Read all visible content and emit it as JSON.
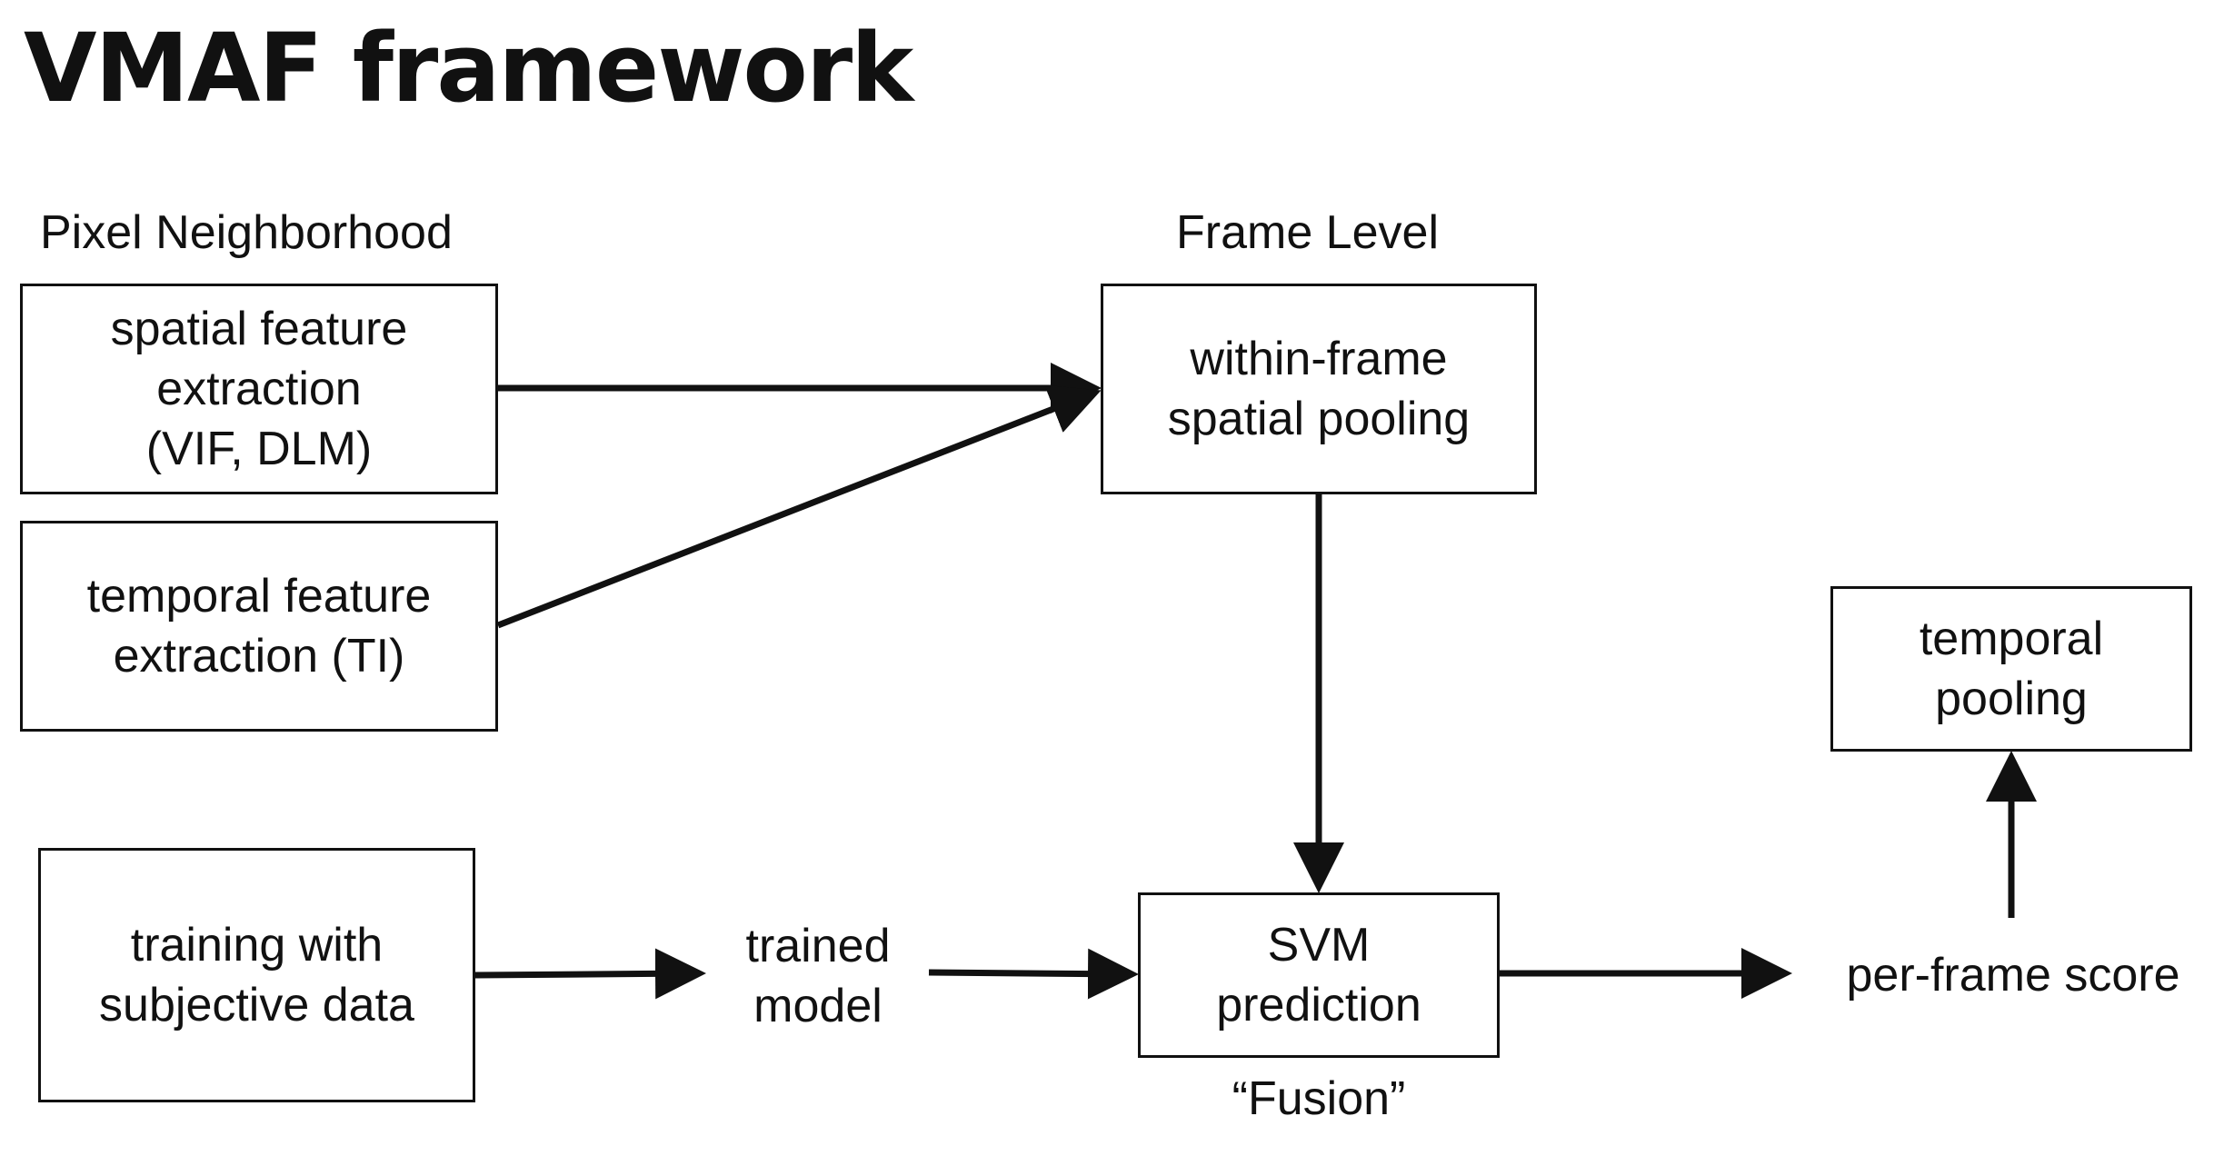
{
  "title": "VMAF framework",
  "sections": {
    "pixel_neighborhood": "Pixel Neighborhood",
    "frame_level": "Frame Level"
  },
  "nodes": {
    "spatial_feature": "spatial feature\nextraction\n(VIF, DLM)",
    "temporal_feature": "temporal feature\nextraction (TI)",
    "spatial_pooling": "within-frame\nspatial pooling",
    "training": "training with\nsubjective data",
    "trained_model": "trained\nmodel",
    "svm": "SVM\nprediction",
    "fusion": "“Fusion”",
    "per_frame_score": "per-frame score",
    "temporal_pooling": "temporal\npooling"
  },
  "edges": [
    {
      "from": "spatial_feature",
      "to": "spatial_pooling"
    },
    {
      "from": "temporal_feature",
      "to": "spatial_pooling"
    },
    {
      "from": "spatial_pooling",
      "to": "svm"
    },
    {
      "from": "training",
      "to": "trained_model"
    },
    {
      "from": "trained_model",
      "to": "svm"
    },
    {
      "from": "svm",
      "to": "per_frame_score"
    },
    {
      "from": "per_frame_score",
      "to": "temporal_pooling"
    }
  ],
  "colors": {
    "stroke": "#111111",
    "background": "#ffffff"
  }
}
